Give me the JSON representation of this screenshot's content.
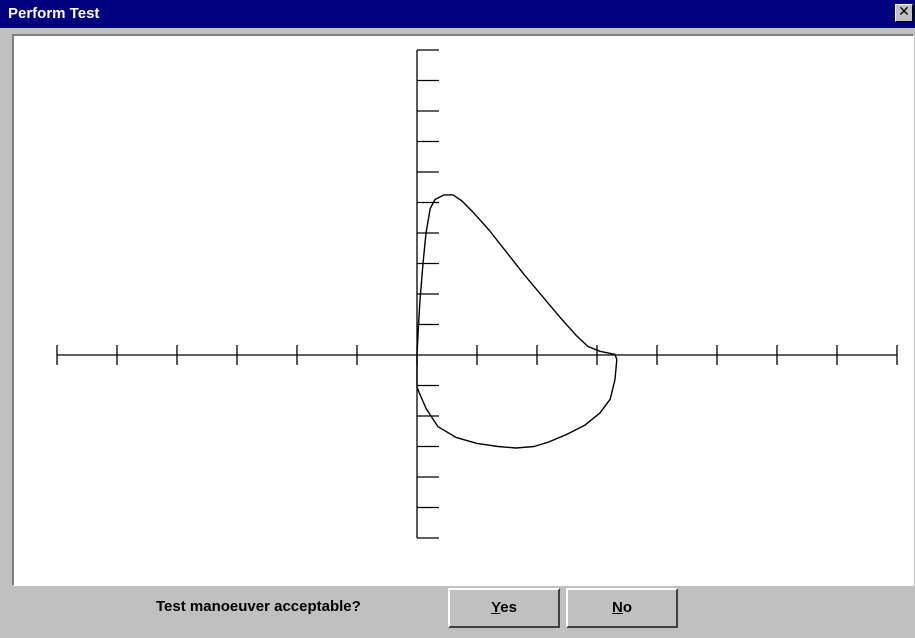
{
  "window": {
    "title": "Perform Test",
    "close_glyph": "✕",
    "close_icon": "close-icon",
    "titlebar_color": "#00007f"
  },
  "footer": {
    "prompt": "Test manoeuver acceptable?",
    "yes_button": {
      "accel": "Y",
      "rest": "es"
    },
    "no_button": {
      "accel": "N",
      "rest": "o"
    }
  },
  "chart_data": {
    "type": "line",
    "title": "",
    "xlabel": "",
    "ylabel": "",
    "grid": false,
    "axis_style": "cross-axes-with-ticks",
    "xlim": [
      -6,
      8
    ],
    "ylim": [
      -6,
      10
    ],
    "x_ticks": [
      -6,
      -5,
      -4,
      -3,
      -2,
      -1,
      0,
      1,
      2,
      3,
      4,
      5,
      6,
      7,
      8
    ],
    "y_ticks": [
      -6,
      -5,
      -4,
      -3,
      -2,
      -1,
      0,
      1,
      2,
      3,
      4,
      5,
      6,
      7,
      8,
      9,
      10
    ],
    "series": [
      {
        "stroke": "#000000",
        "points": [
          [
            0.0,
            0.0
          ],
          [
            0.02,
            0.8
          ],
          [
            0.05,
            1.8
          ],
          [
            0.1,
            3.0
          ],
          [
            0.15,
            4.0
          ],
          [
            0.22,
            4.8
          ],
          [
            0.3,
            5.1
          ],
          [
            0.45,
            5.25
          ],
          [
            0.6,
            5.25
          ],
          [
            0.75,
            5.05
          ],
          [
            0.95,
            4.65
          ],
          [
            1.2,
            4.1
          ],
          [
            1.5,
            3.35
          ],
          [
            1.8,
            2.6
          ],
          [
            2.1,
            1.9
          ],
          [
            2.4,
            1.2
          ],
          [
            2.65,
            0.65
          ],
          [
            2.85,
            0.28
          ],
          [
            3.05,
            0.12
          ],
          [
            3.2,
            0.06
          ],
          [
            3.3,
            0.02
          ],
          [
            3.33,
            -0.15
          ],
          [
            3.3,
            -0.8
          ],
          [
            3.22,
            -1.45
          ],
          [
            3.05,
            -1.9
          ],
          [
            2.8,
            -2.3
          ],
          [
            2.5,
            -2.6
          ],
          [
            2.2,
            -2.85
          ],
          [
            1.95,
            -3.0
          ],
          [
            1.65,
            -3.05
          ],
          [
            1.35,
            -3.0
          ],
          [
            1.0,
            -2.9
          ],
          [
            0.65,
            -2.7
          ],
          [
            0.35,
            -2.35
          ],
          [
            0.15,
            -1.75
          ],
          [
            0.04,
            -1.25
          ],
          [
            0.0,
            -1.05
          ],
          [
            0.0,
            -0.5
          ],
          [
            0.0,
            0.0
          ]
        ]
      }
    ]
  }
}
